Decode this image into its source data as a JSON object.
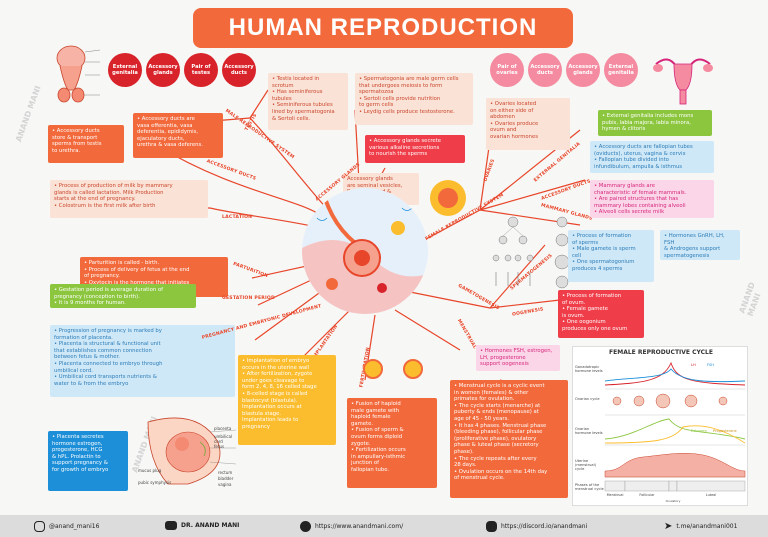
{
  "title": "HUMAN REPRODUCTION",
  "watermark": "ANAND MANI",
  "colors": {
    "title_bg": "#f26a3c",
    "male_bubble": "#d8232a",
    "female_bubble": "#f48ba0",
    "branch_line": "#e8462a",
    "footer_bg": "#dcdcdc"
  },
  "male_bubbles": [
    "External genitalia",
    "Accessory glands",
    "Pair of testes",
    "Accessory ducts"
  ],
  "female_bubbles": [
    "Pair of ovaries",
    "Accessory ducts",
    "Accessory glands",
    "External genitalia"
  ],
  "branches": {
    "testis": "TESTIS",
    "male_system": "MALE REPRODUCTIVE SYSTEM",
    "accessory_ducts_l": "ACCESSORY DUCTS",
    "accessory_glands_l": "ACCESSORY GLANDS",
    "lactation": "LACTATION",
    "parturition": "PARTURITION",
    "gestation": "GESTATION PERIOD",
    "pregnancy": "PREGNANCY AND EMBRYONIC DEVELOPMENT",
    "implantation": "IMPLANTATION",
    "fertilization": "FERTILIZATION",
    "menstrual": "MENSTRUAL CYCLE",
    "gametogenesis": "GAMETOGENESIS",
    "oogenesis": "OOGENESIS",
    "spermatogenesis": "SPERMATOGENESIS",
    "female_system": "FEMALE REPRODUCTIVE SYSTEM",
    "ovaries": "OVARIES",
    "external_genitalia": "EXTERNAL GENITALIA",
    "accessory_ducts_r": "ACCESSORY DUCTS",
    "mammary": "MAMMARY GLANDS"
  },
  "notes": {
    "male_ducts_store": "• Accessory ducts\n  store & transport\n  sperms from testis\n  to urethra.",
    "male_ducts_list": "• Accessory ducts are\n  vasa efferentia, vasa\n  deferentia, epididymis,\n  ejaculatory ducts,\n  urethra & vasa deferens.",
    "testis": "• Testis located in\n  scrotum\n• Has seminiferous\n  tubules\n• Seminiferous tubules\n  lined by spermatogonia\n  & Sertoli cells.",
    "spermatogonia": "• Spermatogonia are male germ cells\n  that undergoes meiosis to form\n  spermatozoa\n• Sertoli cells provide nutrition\n  to germ cells\n• Leydig cells produce testosterone.",
    "glands_secrete": "• Accessory glands secrete\n  various alkaline secretions\n  to nourish the sperms",
    "glands_list": "Accessory glands\nare seminal vesicles,\nProstate gland &\nCowper's gland",
    "lactation": "• Process of production of milk by mammary\n  glands is called lactation. Milk Production\n  starts at the end of pregnancy.\n• Colostrum is the first milk after birth",
    "parturition": "• Parturition is called - birth.\n• Process of delivery of fetus at the end\n  of pregnancy.\n• Oxytocin is the hormone that initiates\n  uterine contraction for birth.",
    "gestation": "• Gestation period is average duration of\n  pregnancy (conception to birth).\n• It is 9 months for human.",
    "pregnancy": "• Progression of pregnancy is marked by\n  formation of placenta.\n• Placenta is structural & functional unit\n  that establishes common connection\n  between fetus & mother.\n• Placenta connected to embryo through\n  umbilical cord.\n• Umbilical cord transports nutrients &\n  water to & from the embryo",
    "placenta_hormones": "• Placenta secretes\n  hormone estrogen,\n  progesterone, HCG\n  & hPL. Prolactin to\n  support pregnancy &\n  for growth of embryo",
    "implantation": "• Implantation of embryo\n  occurs in the uterine wall\n• After fertilization, zygote\n  under goes cleavage to\n  form 2, 4, 8, 16 celled stage\n• 8-celled stage is called\n  blastocyst (blastula).\n  Implantation occurs at\n  blastula stage.\n  Implantation leads to\n  pregnancy",
    "fertilization": "• Fusion of haploid\n  male gamete with\n  haploid female\n  gamete.\n• Fusion of sperm &\n  ovum forms diploid\n  zygote.\n• Fertilization occurs\n  in ampullary-isthmic\n  junction of\n  fallopian tube.",
    "menstrual": "• Menstrual cycle is a cyclic event\n  in women (females) & other\n  primates for ovulation.\n• The cycle starts (menarche) at\n  puberty & ends (menopause) at\n  age of 45 - 50 years.\n• It has 4 phases. Menstrual phase\n  (bleeding phase), follicular phase\n  (proliferative phase), ovulatory\n  phase & luteal phase (secretory\n  phase).\n• The cycle repeats after every\n  28 days.\n• Ovulation occurs on the 14th day\n  of menstrual cycle.",
    "menstrual_hormones": "• Hormones FSH, estrogen,\n  LH, progesterone\n  support oogenesis",
    "ovaries": "• Ovaries located\n  on either side of\n  abdomen\n• Ovaries produce\n  ovum and\n  ovarian hormones",
    "external_genitalia": "• External genitalia includes mons\n  pubis, labia majora, labia minora,\n  hymen & clitoris",
    "accessory_ducts": "• Accessory ducts are fallopian tubes\n  (oviducts), uterus, vagina & cervix\n• Fallopian tube divided into\n  infundibulum, ampulla & isthmus",
    "mammary": "• Mammary glands are\n  characteristic of female mammals.\n• Are paired structures that has\n  mammary lobes containing alveoli\n• Alveoli cells secrete milk",
    "spermatogenesis": "• Process of formation\n  of sperms\n• Male gamete is sperm\n  cell\n• One spermatogonium\n  produces 4 sperms",
    "sperm_hormones": "• Hormones GnRH, LH, FSH\n  & Androgens support\n  spermatogenesis",
    "oogenesis": "• Process of formation\n  of ovum.\n• Female gamete\n  is ovum.\n• One oogonium\n  produces only one ovum"
  },
  "menstrual_chart": {
    "title": "FEMALE REPRODUCTIVE CYCLE",
    "rows": [
      "Gonadotropic hormone levels",
      "Ovarian cycle",
      "Ovarian hormone levels",
      "Uterine (menstrual) cycle",
      "Phases of the menstrual cycle"
    ],
    "legend": [
      "LH",
      "FSH",
      "Estrogen",
      "Progesterone"
    ],
    "phases": [
      "Menstrual",
      "Follicular",
      "Ovulatory",
      "Luteal"
    ]
  },
  "uterus_labels": [
    "mucus plug",
    "placenta",
    "umbilical cord",
    "fetus",
    "rectum",
    "bladder",
    "vagina",
    "pubic symphysis"
  ],
  "footer": {
    "instagram": "@anand_mani16",
    "youtube": "DR. ANAND MANI",
    "website": "https://www.anandmani.com/",
    "discord": "https://discord.io/anandmani",
    "telegram": "t.me/anandmani001"
  }
}
